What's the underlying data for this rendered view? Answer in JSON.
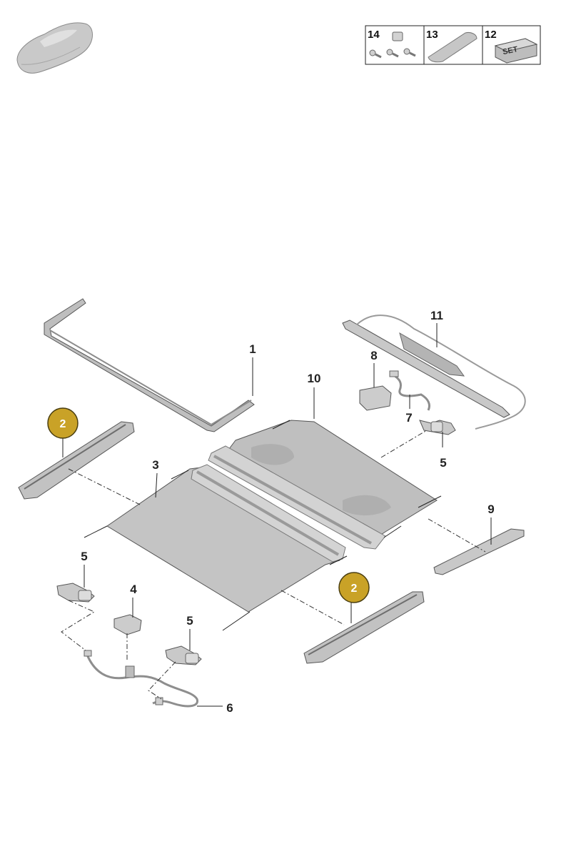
{
  "legend_box": {
    "cells": [
      {
        "number": "14"
      },
      {
        "number": "13"
      },
      {
        "number": "12",
        "badge_text": "SET"
      }
    ]
  },
  "callouts": {
    "c1": "1",
    "c2a": "2",
    "c2b": "2",
    "c3": "3",
    "c4": "4",
    "c5a": "5",
    "c5b": "5",
    "c5c": "5",
    "c6": "6",
    "c7": "7",
    "c8": "8",
    "c9": "9",
    "c10": "10",
    "c11": "11"
  },
  "colors": {
    "highlight_badge": "#c9a227",
    "panel_fill": "#c4c4c4",
    "frame_fill": "#bdbdbd"
  }
}
